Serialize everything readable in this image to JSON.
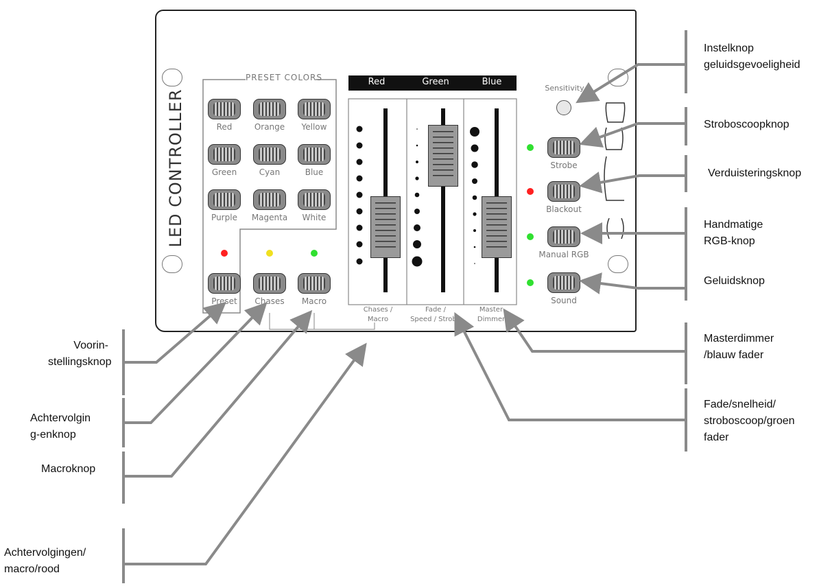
{
  "panel": {
    "title": "LED CONTROLLER",
    "preset_section_label": "PRESET COLORS",
    "preset_buttons": [
      "Red",
      "Orange",
      "Yellow",
      "Green",
      "Cyan",
      "Blue",
      "Purple",
      "Magenta",
      "White"
    ],
    "mode_buttons": [
      {
        "label": "Preset",
        "led_color": "#ff2020"
      },
      {
        "label": "Chases",
        "led_color": "#f0e020"
      },
      {
        "label": "Macro",
        "led_color": "#30e030"
      }
    ],
    "fader_headers": [
      "Red",
      "Green",
      "Blue"
    ],
    "fader_labels": [
      {
        "line1": "Chases /",
        "line2": "Macro"
      },
      {
        "line1": "Fade /",
        "line2": "Speed / Strobe"
      },
      {
        "line1": "Master",
        "line2": "Dimmer"
      }
    ],
    "sensitivity_label": "Sensitivity",
    "right_buttons": [
      {
        "label": "Strobe",
        "led_color": "#30e030"
      },
      {
        "label": "Blackout",
        "led_color": "#ff2020"
      },
      {
        "label": "Manual RGB",
        "led_color": "#30e030"
      },
      {
        "label": "Sound",
        "led_color": "#30e030"
      }
    ],
    "accent_color": "#8a8a8a"
  },
  "callouts": {
    "right": [
      {
        "lines": [
          "Instelknop",
          "geluidsgevoeligheid"
        ]
      },
      {
        "lines": [
          "Stroboscoopknop"
        ]
      },
      {
        "lines": [
          "Verduisteringsknop"
        ]
      },
      {
        "lines": [
          "Handmatige",
          "RGB-knop"
        ]
      },
      {
        "lines": [
          "Geluidsknop"
        ]
      },
      {
        "lines": [
          "Masterdimmer",
          "/blauw fader"
        ]
      },
      {
        "lines": [
          "Fade/snelheid/",
          "stroboscoop/groen",
          "fader"
        ]
      }
    ],
    "left": [
      {
        "lines": [
          "Voorin-",
          "stellingsknop"
        ]
      },
      {
        "lines": [
          "Achtervolgin",
          "g-enknop"
        ]
      },
      {
        "lines": [
          "Macroknop"
        ]
      },
      {
        "lines": [
          "Achtervolgingen/",
          "macro/rood"
        ]
      }
    ]
  }
}
